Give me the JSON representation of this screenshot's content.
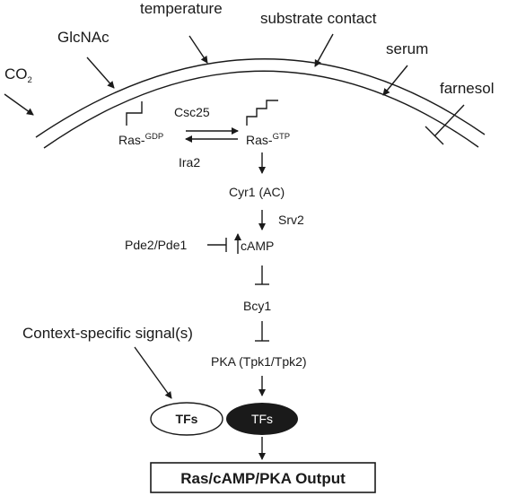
{
  "signals": {
    "co2": "CO",
    "co2_sub": "2",
    "glcnac": "GlcNAc",
    "temperature": "temperature",
    "substrate_contact": "substrate contact",
    "serum": "serum",
    "farnesol": "farnesol"
  },
  "ras": {
    "gdp_base": "Ras-",
    "gdp_sup": "GDP",
    "gtp_base": "Ras-",
    "gtp_sup": "GTP",
    "gef": "Csc25",
    "gap": "Ira2"
  },
  "pathway": {
    "cyr1": "Cyr1 (AC)",
    "srv2": "Srv2",
    "camp": "cAMP",
    "pde": "Pde2/Pde1",
    "bcy1": "Bcy1",
    "pka": "PKA (Tpk1/Tpk2)",
    "context_signal": "Context-specific signal(s)",
    "tfs_context": "TFs",
    "tfs_pka": "TFs",
    "output": "Ras/cAMP/PKA Output"
  }
}
